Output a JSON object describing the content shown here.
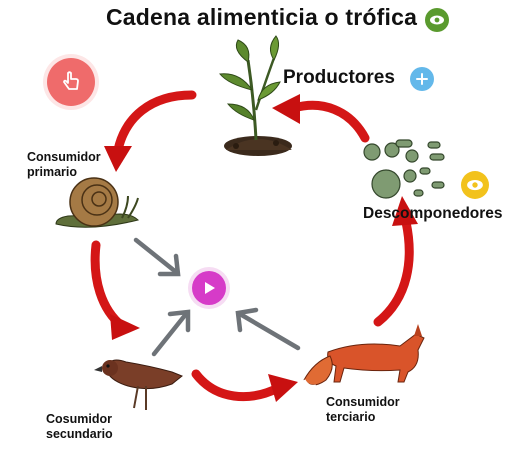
{
  "title": "Cadena alimenticia o trófica",
  "labels": {
    "productores": "Productores",
    "descomponedores": "Descomponedores",
    "primario_1": "Consumidor",
    "primario_2": "primario",
    "secundario_1": "Cosumidor",
    "secundario_2": "secundario",
    "terciario_1": "Consumidor",
    "terciario_2": "terciario"
  },
  "colors": {
    "arrow_red": "#d41616",
    "arrow_gray": "#6e7378",
    "eye_green": "#5a9a2e",
    "eye_yellow": "#f2c21c",
    "hand_button": "#ef6b6b",
    "plus_button": "#63b8ea",
    "play_button": "#d63bc8"
  },
  "icons": {
    "title_eye": "eye-icon",
    "decomposer_eye": "eye-icon",
    "producer_plus": "plus-icon",
    "hand": "hand-pointer-icon",
    "play": "play-icon"
  }
}
